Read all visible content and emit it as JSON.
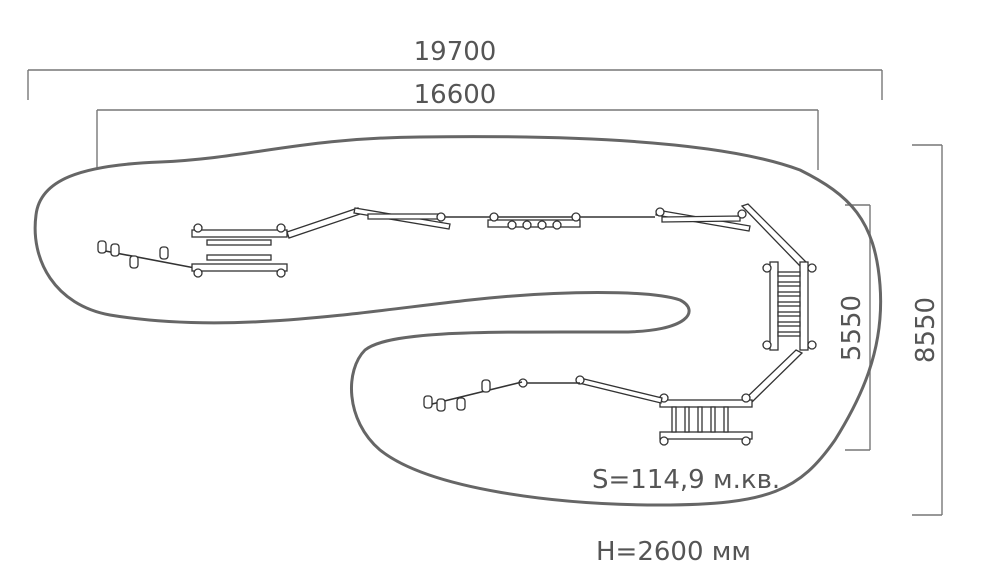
{
  "dimensions": {
    "overall_width": "19700",
    "inner_width": "16600",
    "inner_height": "5550",
    "overall_height": "8550"
  },
  "notes": {
    "area": "S=114,9 м.кв.",
    "height": "H=2600 мм"
  },
  "colors": {
    "outline": "#666666",
    "dimension": "#777777",
    "equipment": "#333333",
    "text": "#555555"
  }
}
